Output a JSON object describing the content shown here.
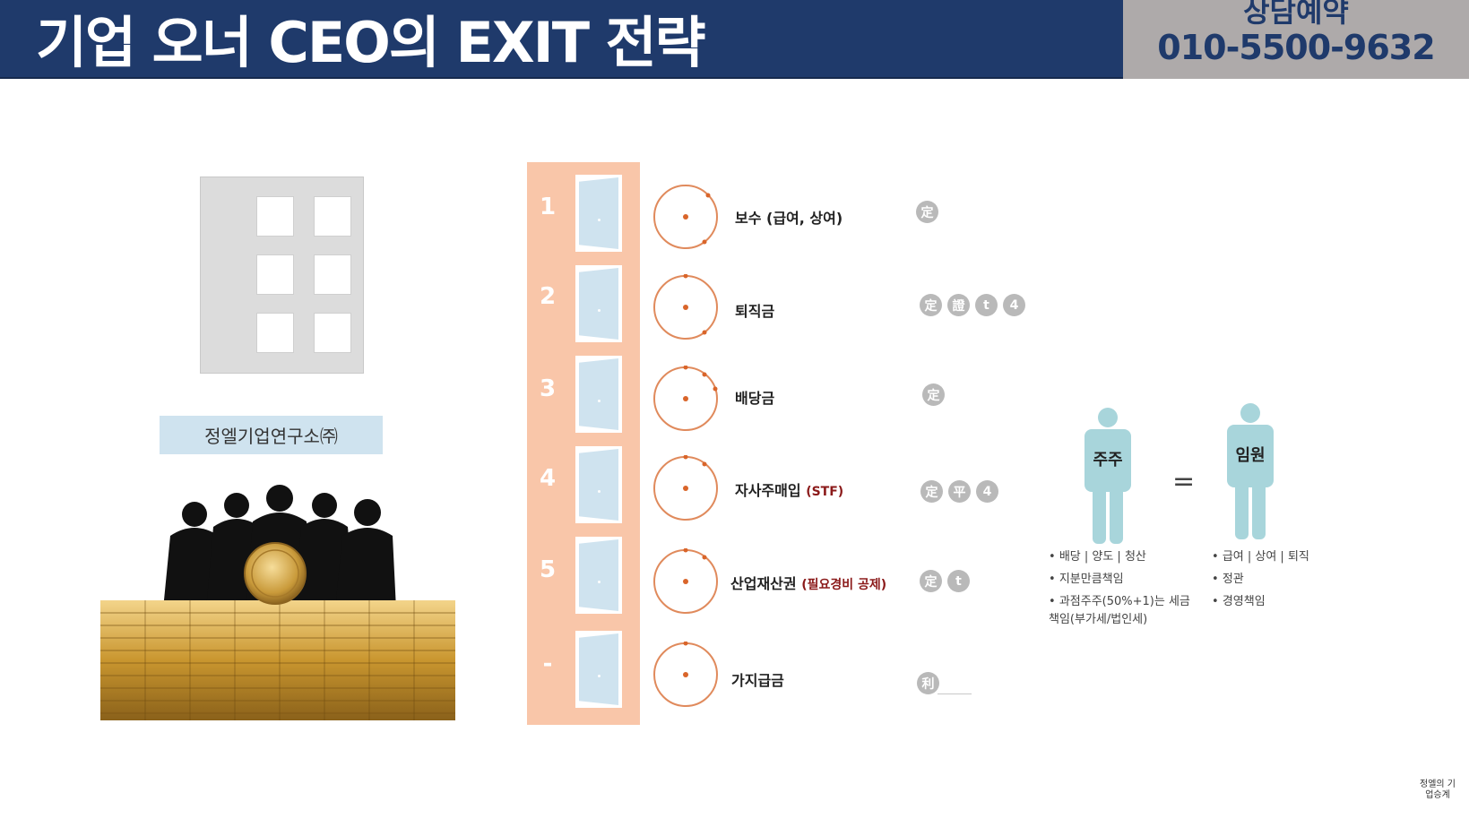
{
  "header": {
    "title": "기업 오너 CEO의 EXIT 전략",
    "contact_label": "상담예약",
    "contact_phone": "010-5500-9632"
  },
  "company": {
    "name": "정엘기업연구소㈜"
  },
  "colors": {
    "header_bg": "#1f3a6b",
    "contact_bg": "#aeaaaa",
    "column_bg": "#f9c6a9",
    "ring": "#e08a5c",
    "dot": "#d9652a",
    "door_panel": "#cfe3ef",
    "badge": "#b9b9b9",
    "person": "#a8d5db",
    "note_red": "#8b1a1a"
  },
  "items": [
    {
      "num": "1",
      "label": "보수 (급여, 상여)",
      "note": "",
      "badges": [
        "定"
      ]
    },
    {
      "num": "2",
      "label": "퇴직금",
      "note": "",
      "badges": [
        "定",
        "證",
        "t",
        "4"
      ]
    },
    {
      "num": "3",
      "label": "배당금",
      "note": "",
      "badges": [
        "定"
      ]
    },
    {
      "num": "4",
      "label": "자사주매입",
      "note": "(STF)",
      "badges": [
        "定",
        "平",
        "4"
      ]
    },
    {
      "num": "5",
      "label": "산업재산권",
      "note": "(필요경비 공제)",
      "badges": [
        "定",
        "t"
      ]
    },
    {
      "num": "-",
      "label": "가지급금",
      "note": "",
      "badges": [
        "利"
      ]
    }
  ],
  "people": {
    "shareholder": {
      "label": "주주",
      "bullets": [
        "배당 | 양도 | 청산",
        "지분만큼책임",
        "과점주주(50%+1)는 세금책임(부가세/법인세)"
      ]
    },
    "equals": "=",
    "executive": {
      "label": "임원",
      "bullets": [
        "급여 | 상여 | 퇴직",
        "정관",
        "경영책임"
      ]
    }
  },
  "logo": {
    "text": "정엘의 기업승계"
  }
}
